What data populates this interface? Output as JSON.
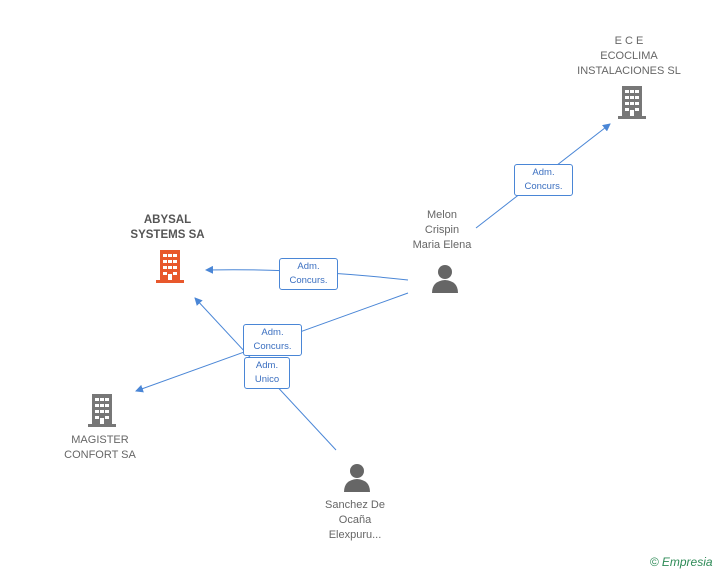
{
  "nodes": {
    "abysal": {
      "line1": "ABYSAL",
      "line2": "SYSTEMS SA",
      "color": "#e8582c",
      "icon": "building-icon"
    },
    "ece": {
      "line1": "E C E",
      "line2": "ECOCLIMA",
      "line3": "INSTALACIONES SL",
      "color": "#777777",
      "icon": "building-icon"
    },
    "magister": {
      "line1": "MAGISTER",
      "line2": "CONFORT SA",
      "color": "#777777",
      "icon": "building-icon"
    },
    "melon": {
      "line1": "Melon",
      "line2": "Crispin",
      "line3": "Maria Elena",
      "color": "#666666",
      "icon": "person-icon"
    },
    "sanchez": {
      "line1": "Sanchez De",
      "line2": "Ocaña",
      "line3": "Elexpuru...",
      "color": "#666666",
      "icon": "person-icon"
    }
  },
  "edges": {
    "melon_ece": {
      "line1": "Adm.",
      "line2": "Concurs."
    },
    "melon_abysal": {
      "line1": "Adm.",
      "line2": "Concurs."
    },
    "melon_magister": {
      "line1": "Adm.",
      "line2": "Concurs."
    },
    "sanchez_abysal": {
      "line1": "Adm.",
      "line2": "Unico"
    }
  },
  "edge_color": "#4a86d6",
  "brand": {
    "copyright": "©",
    "name": "Empresia"
  }
}
